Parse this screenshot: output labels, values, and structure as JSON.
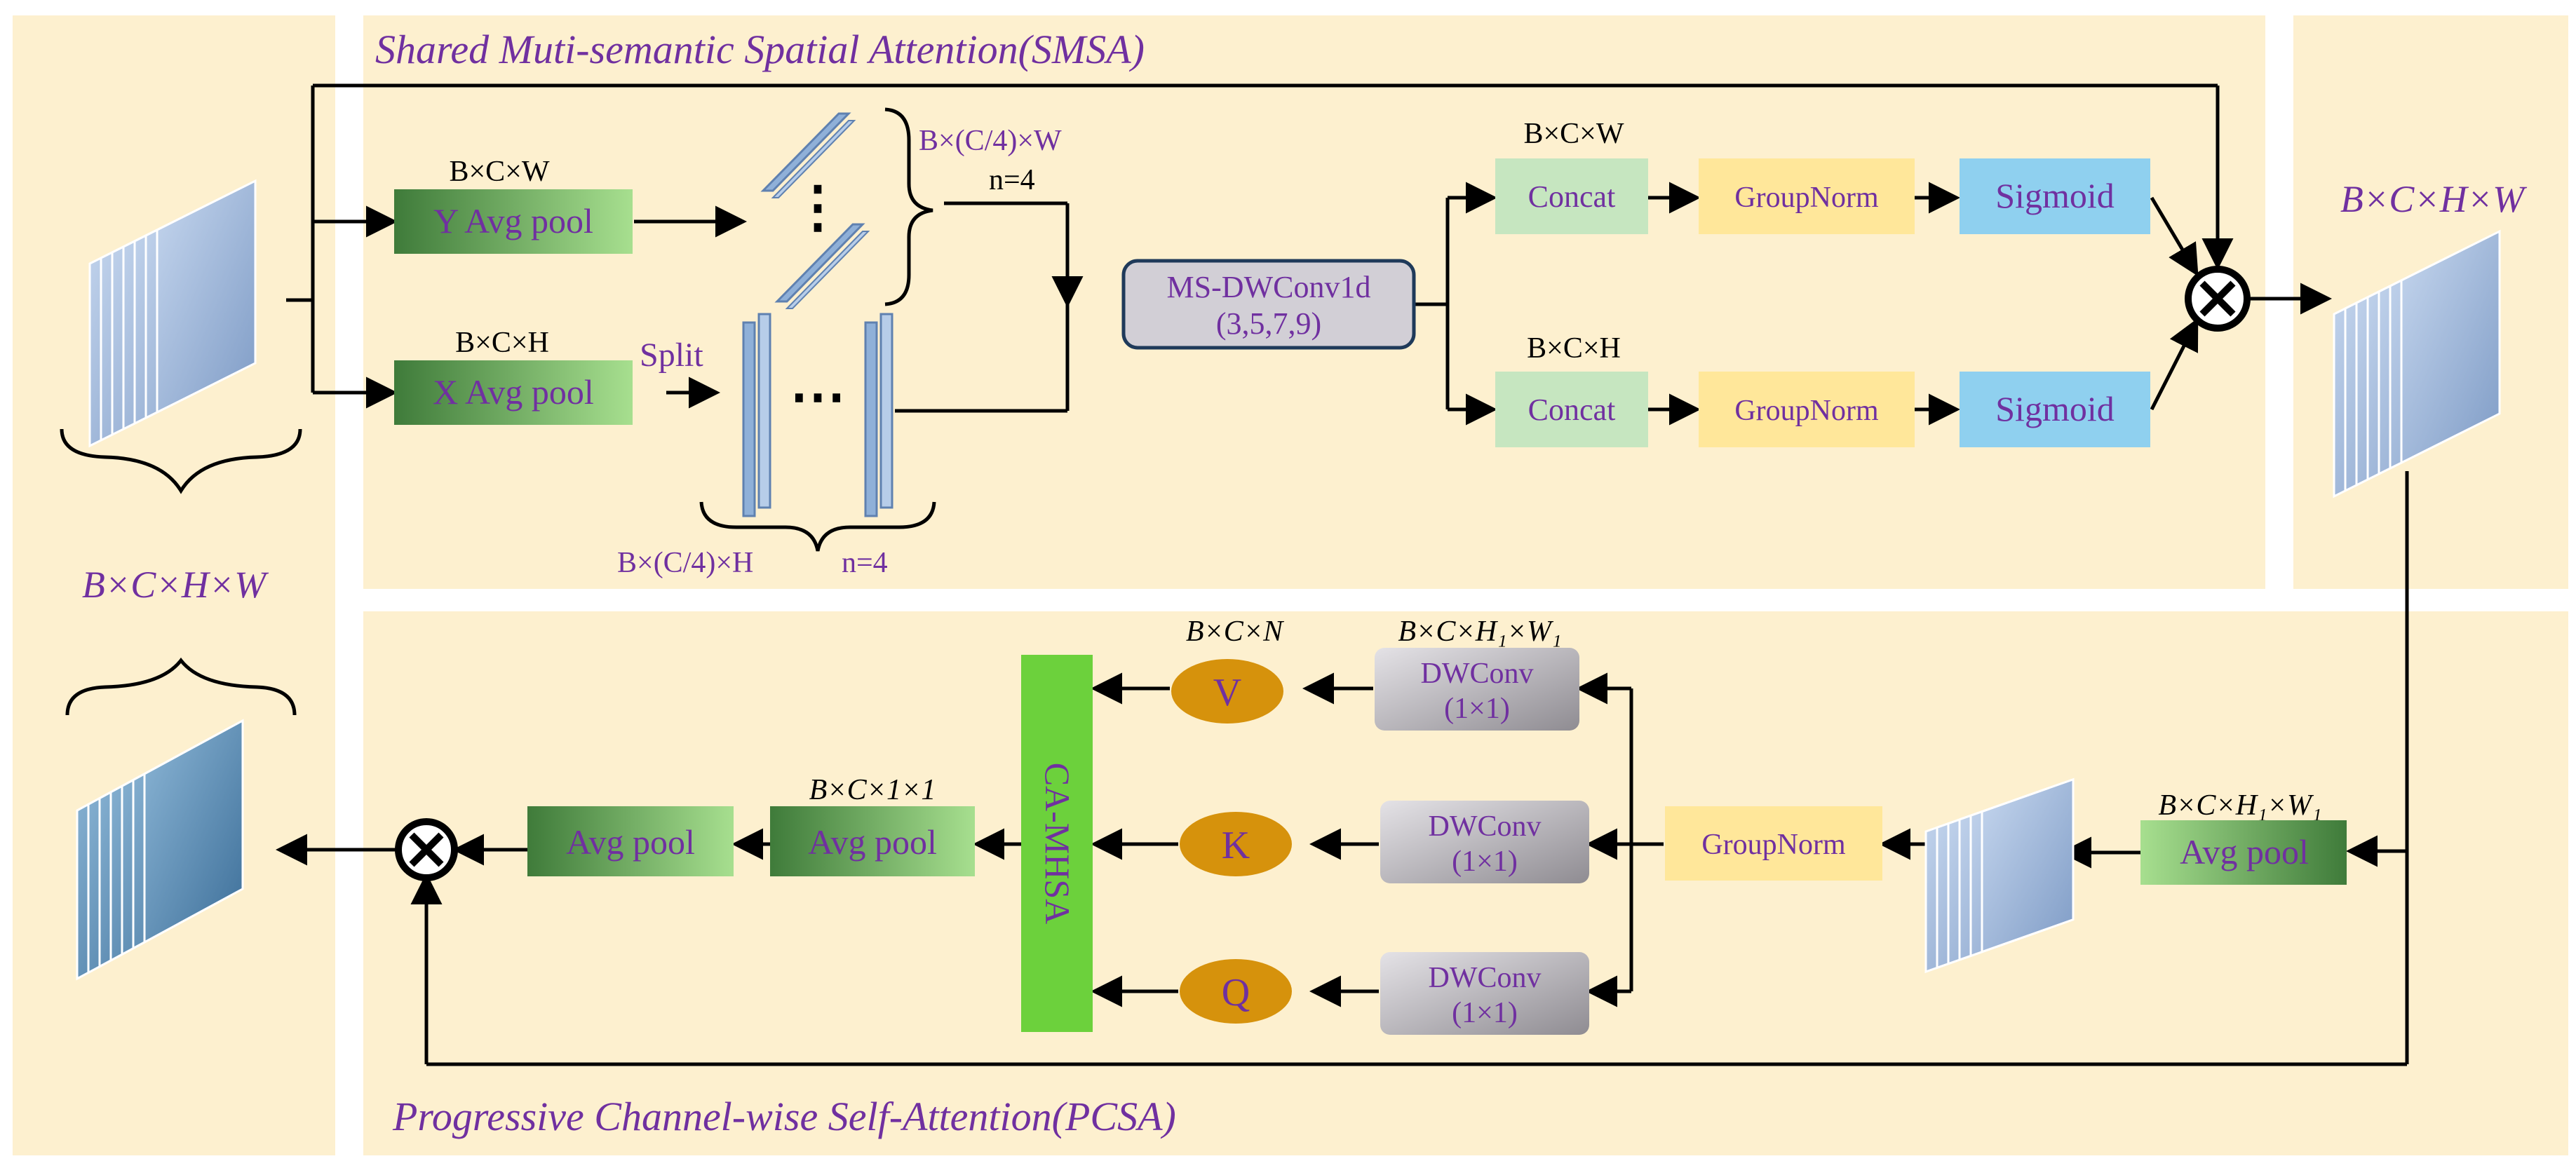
{
  "smsa": {
    "title": "Shared Muti-semantic Spatial Attention(SMSA)",
    "y_dims": "B×C×W",
    "y_pool": "Y Avg pool",
    "x_dims": "B×C×H",
    "x_pool": "X Avg pool",
    "split": "Split",
    "vdots": "⋮",
    "hdots": "⋯",
    "chunk_w": "B×(C/4)×W",
    "n_w": "n=4",
    "chunk_h": "B×(C/4)×H",
    "n_h": "n=4",
    "dwconv_line1": "MS-DWConv1d",
    "dwconv_line2": "(3,5,7,9)",
    "top_dims": "B×C×W",
    "bottom_dims": "B×C×H",
    "concat_top": "Concat",
    "concat_bottom": "Concat",
    "gn_top": "GroupNorm",
    "gn_bottom": "GroupNorm",
    "sig_top": "Sigmoid",
    "sig_bottom": "Sigmoid",
    "output_dims": "B×C×H×W"
  },
  "input": {
    "dims": "B×C×H×W"
  },
  "pcsa": {
    "title": "Progressive Channel-wise Self-Attention(PCSA)",
    "in_dims": "B×C×H₁×W₁",
    "in_pool": "Avg pool",
    "groupnorm": "GroupNorm",
    "dw_v_dims": "B×C×H₁×W₁",
    "dw_v_line1": "DWConv",
    "dw_v_line2": "(1×1)",
    "dw_k_line1": "DWConv",
    "dw_k_line2": "(1×1)",
    "dw_q_line1": "DWConv",
    "dw_q_line2": "(1×1)",
    "v": "V",
    "k": "K",
    "q": "Q",
    "v_dims": "B×C×N",
    "mhsa": "CA-MHSA",
    "pool1_dims": "B×C×1×1",
    "pool1": "Avg pool",
    "pool2": "Avg pool"
  },
  "colors": {
    "panel": "#fdf0cf",
    "background": "#ffffff",
    "purple_text": "#7030a0",
    "green_pool": "#74b86c",
    "concat": "#c6e6c0",
    "groupnorm": "#ffe79a",
    "sigmoid": "#8fd0ef",
    "dwconv": "#b9b6bd",
    "mhsa": "#6cd13c",
    "qkv": "#d6920c",
    "feature_map": "#9ab4d8"
  },
  "icons": [
    "multiply-circle-icon",
    "arrow-icon",
    "brace-icon",
    "feature-map-icon"
  ]
}
